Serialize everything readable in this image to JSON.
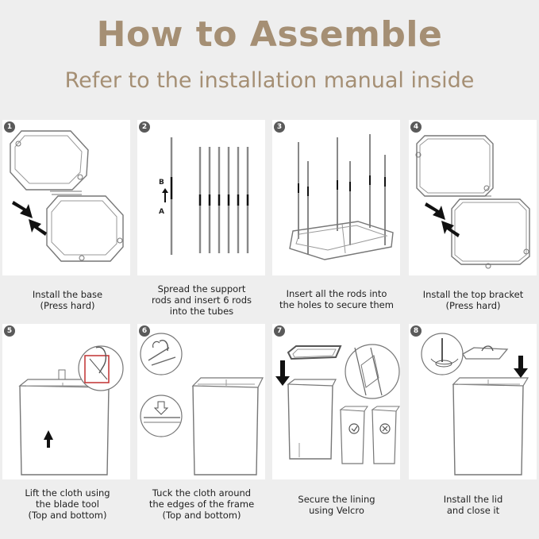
{
  "header": {
    "title": "How to Assemble",
    "subtitle": "Refer to the installation manual inside"
  },
  "steps": [
    {
      "number": "1",
      "lines": [
        "Install the base",
        "(Press hard)"
      ]
    },
    {
      "number": "2",
      "lines": [
        "Spread the support",
        "rods and insert 6 rods",
        "into the tubes"
      ],
      "labels": [
        "B",
        "A"
      ]
    },
    {
      "number": "3",
      "lines": [
        "Insert all the rods into",
        "the holes to secure them"
      ]
    },
    {
      "number": "4",
      "lines": [
        "Install the top bracket",
        "(Press hard)"
      ]
    },
    {
      "number": "5",
      "lines": [
        "Lift the cloth using",
        "the blade tool",
        "(Top and bottom)"
      ]
    },
    {
      "number": "6",
      "lines": [
        "Tuck the cloth around",
        "the edges of the frame",
        "(Top and bottom)"
      ]
    },
    {
      "number": "7",
      "lines": [
        "Secure the lining",
        "using Velcro"
      ]
    },
    {
      "number": "8",
      "lines": [
        "Install the lid",
        "and close it"
      ]
    }
  ],
  "colors": {
    "title": "#a58f74",
    "background": "#eeeeee",
    "panel": "#ffffff"
  }
}
